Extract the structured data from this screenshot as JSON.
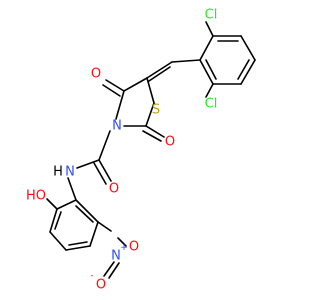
{
  "molecule": {
    "atoms": {
      "cl_top": "Cl",
      "cl_mid": "Cl",
      "o_ketone": "O",
      "o_thioester": "O",
      "s_ring": "S",
      "n_ring": "N",
      "o_amide": "O",
      "n_amide": "N",
      "h_amide": "H",
      "oh_label": "HO",
      "n_nitro": "N",
      "n_nitro_charge": "+",
      "o_nitro_top": "O",
      "o_nitro_bottom": "O",
      "o_nitro_charge": "-"
    },
    "colors": {
      "oxygen": "#ff0d0d",
      "nitrogen": "#3050f8",
      "sulfur": "#b8a600",
      "chlorine": "#1ff01f",
      "bond": "#000000"
    }
  }
}
